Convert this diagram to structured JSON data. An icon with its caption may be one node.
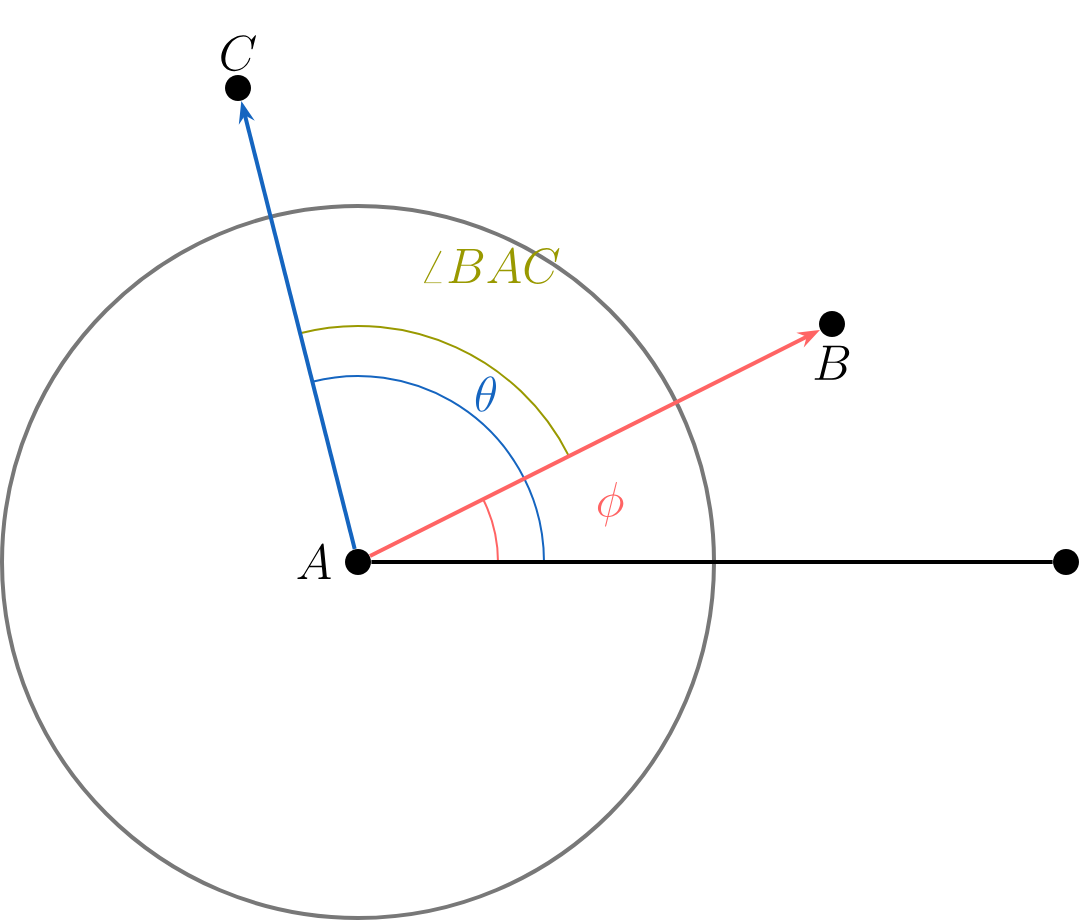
{
  "diagram": {
    "nodes": [
      {
        "text": [
          "A"
        ]
      },
      {
        "text": [
          "B"
        ]
      },
      {
        "text": [
          "C"
        ]
      },
      {
        "text": [],
        "shape": "circle"
      }
    ],
    "edges": [
      {
        "from": 0,
        "to": 2,
        "arrow": "to",
        "color": "#1565c0"
      },
      {
        "from": 0,
        "to": 1,
        "arrow": "to",
        "color": "#ff6464"
      },
      {
        "from": 0,
        "to": 3,
        "arrow": "none",
        "color": "#000000"
      }
    ],
    "labels": [
      "\\angle BAC",
      "\\theta",
      "\\phi"
    ]
  }
}
